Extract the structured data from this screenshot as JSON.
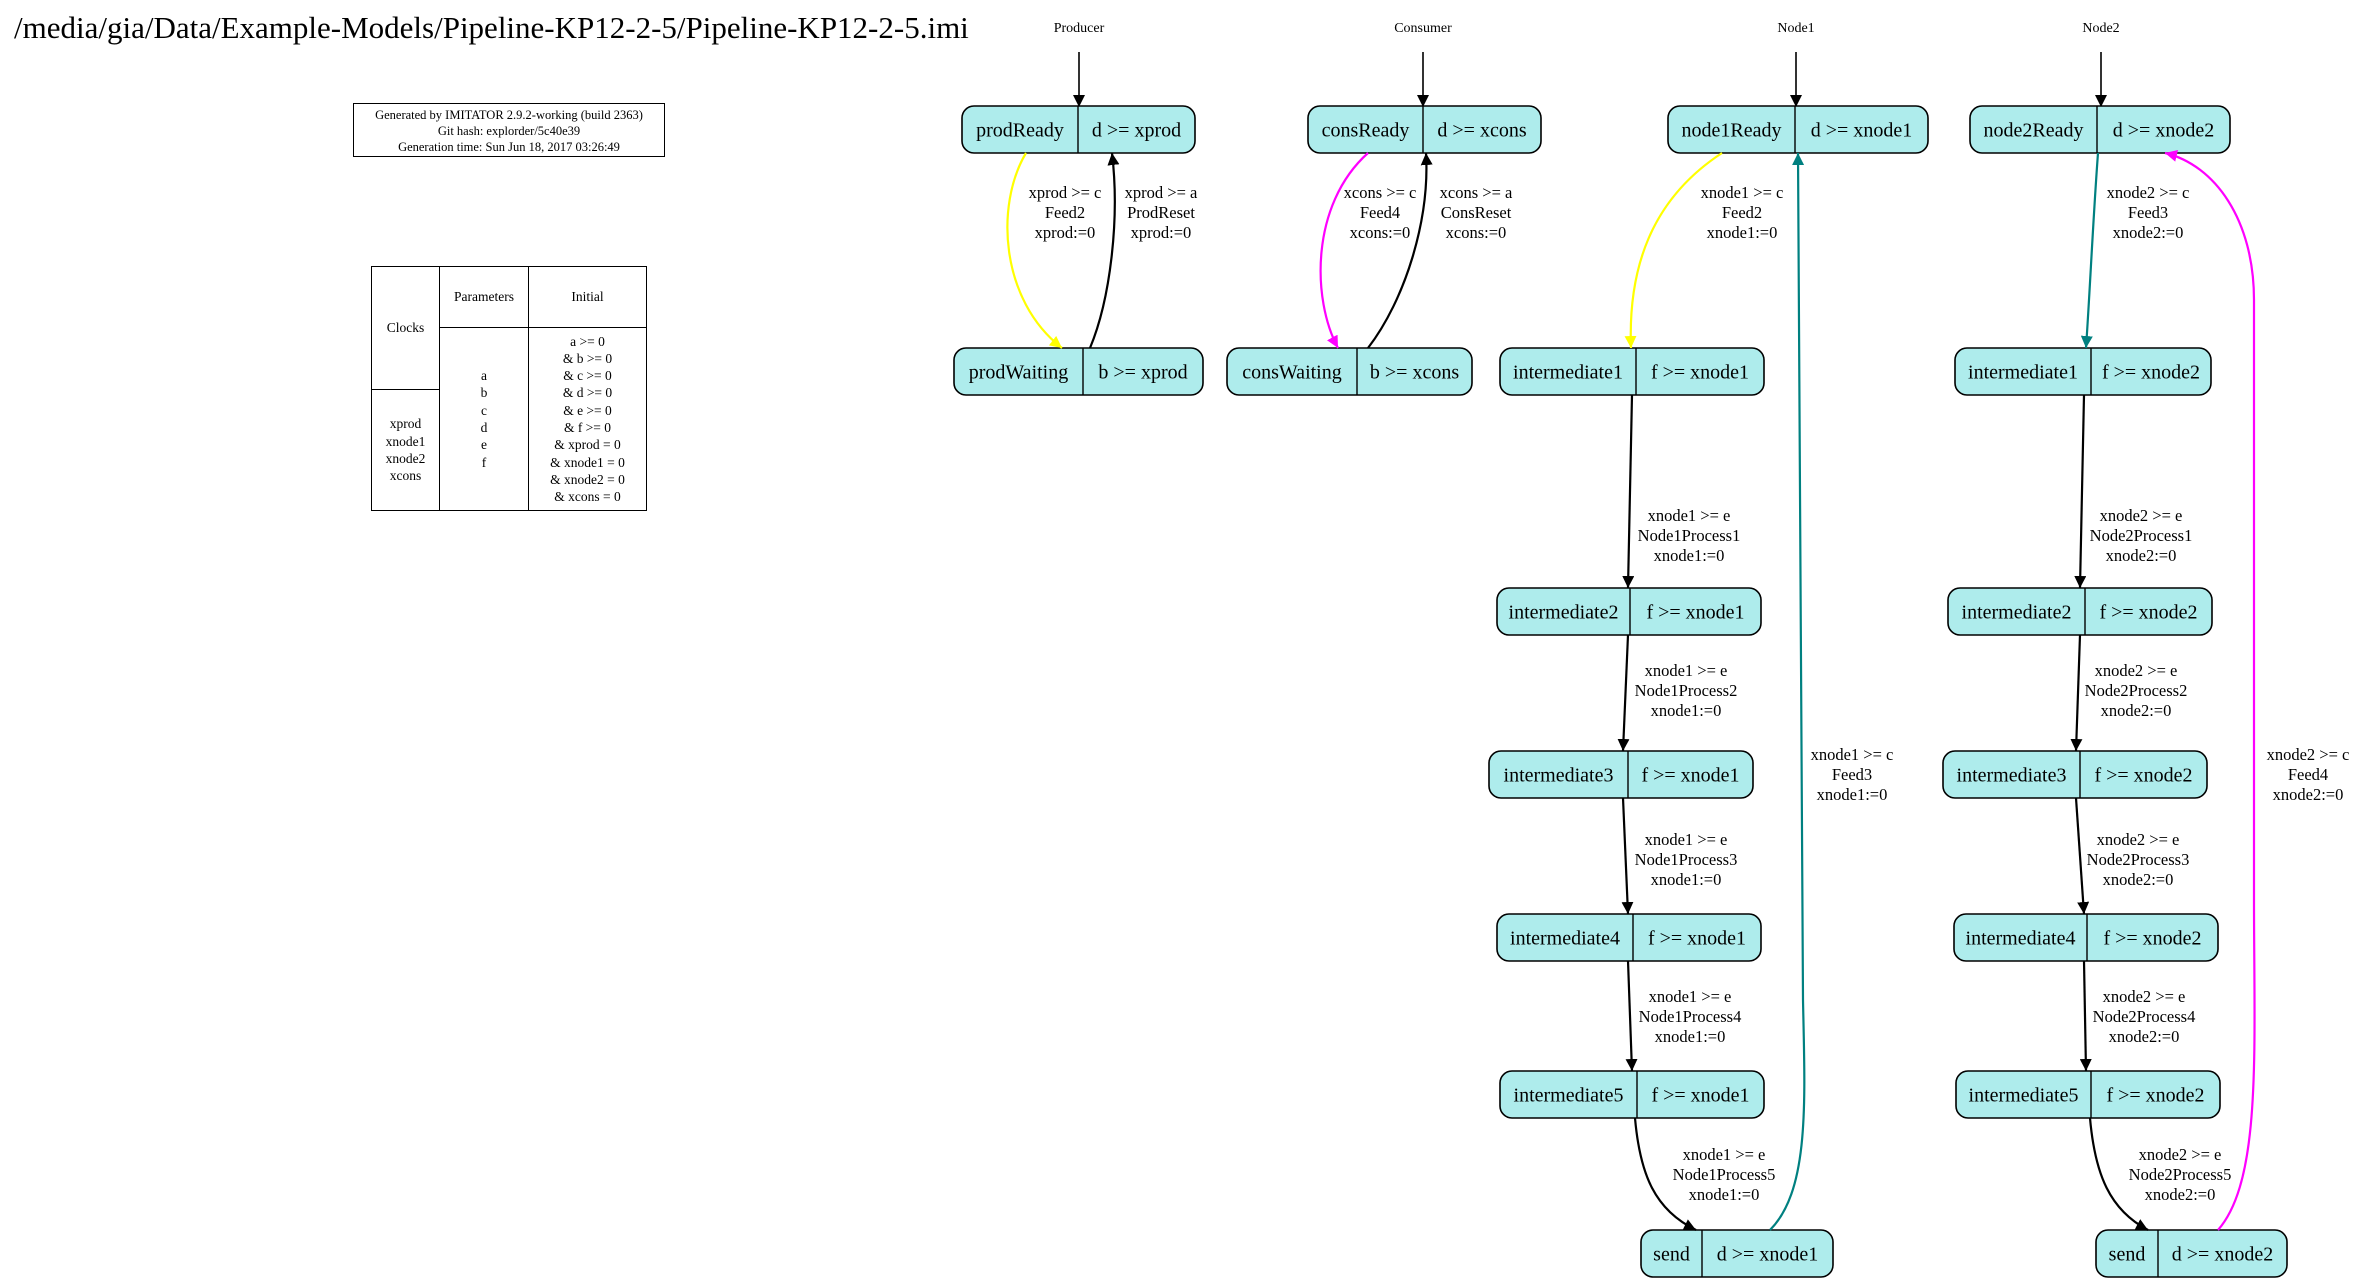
{
  "title": "/media/gia/Data/Example-Models/Pipeline-KP12-2-5/Pipeline-KP12-2-5.imi",
  "generator_info": [
    "Generated by IMITATOR 2.9.2-working (build 2363)",
    "Git hash: explorder/5c40e39",
    "Generation time: Sun Jun 18, 2017 03:26:49"
  ],
  "declarations": {
    "headers": {
      "clocks": "Clocks",
      "parameters": "Parameters",
      "initial": "Initial"
    },
    "clocks": [
      "xprod",
      "xnode1",
      "xnode2",
      "xcons"
    ],
    "parameters": [
      "a",
      "b",
      "c",
      "d",
      "e",
      "f"
    ],
    "initial": [
      "a >= 0",
      "& b >= 0",
      "& c >= 0",
      "& d >= 0",
      "& e >= 0",
      "& f >= 0",
      "& xprod = 0",
      "& xnode1 = 0",
      "& xnode2 = 0",
      "& xcons = 0"
    ]
  },
  "automata": [
    {
      "id": "producer",
      "name": "Producer"
    },
    {
      "id": "consumer",
      "name": "Consumer"
    },
    {
      "id": "node1",
      "name": "Node1"
    },
    {
      "id": "node2",
      "name": "Node2"
    }
  ],
  "locations": [
    {
      "id": "prodReady",
      "name": "prodReady",
      "invariant": "d >= xprod"
    },
    {
      "id": "prodWaiting",
      "name": "prodWaiting",
      "invariant": "b >= xprod"
    },
    {
      "id": "consReady",
      "name": "consReady",
      "invariant": "d >= xcons"
    },
    {
      "id": "consWaiting",
      "name": "consWaiting",
      "invariant": "b >= xcons"
    },
    {
      "id": "node1Ready",
      "name": "node1Ready",
      "invariant": "d >= xnode1"
    },
    {
      "id": "n1i1",
      "name": "intermediate1",
      "invariant": "f >= xnode1"
    },
    {
      "id": "n1i2",
      "name": "intermediate2",
      "invariant": "f >= xnode1"
    },
    {
      "id": "n1i3",
      "name": "intermediate3",
      "invariant": "f >= xnode1"
    },
    {
      "id": "n1i4",
      "name": "intermediate4",
      "invariant": "f >= xnode1"
    },
    {
      "id": "n1i5",
      "name": "intermediate5",
      "invariant": "f >= xnode1"
    },
    {
      "id": "n1send",
      "name": "send",
      "invariant": "d >= xnode1"
    },
    {
      "id": "node2Ready",
      "name": "node2Ready",
      "invariant": "d >= xnode2"
    },
    {
      "id": "n2i1",
      "name": "intermediate1",
      "invariant": "f >= xnode2"
    },
    {
      "id": "n2i2",
      "name": "intermediate2",
      "invariant": "f >= xnode2"
    },
    {
      "id": "n2i3",
      "name": "intermediate3",
      "invariant": "f >= xnode2"
    },
    {
      "id": "n2i4",
      "name": "intermediate4",
      "invariant": "f >= xnode2"
    },
    {
      "id": "n2i5",
      "name": "intermediate5",
      "invariant": "f >= xnode2"
    },
    {
      "id": "n2send",
      "name": "send",
      "invariant": "d >= xnode2"
    }
  ],
  "transitions": [
    {
      "id": "t_prod_feed2",
      "from": "prodReady",
      "to": "prodWaiting",
      "color": "#ffff00",
      "label": [
        "xprod >= c",
        "Feed2",
        "xprod:=0"
      ]
    },
    {
      "id": "t_prod_reset",
      "from": "prodWaiting",
      "to": "prodReady",
      "color": "#000000",
      "label": [
        "xprod >= a",
        "ProdReset",
        "xprod:=0"
      ]
    },
    {
      "id": "t_cons_feed4",
      "from": "consReady",
      "to": "consWaiting",
      "color": "#ff00ff",
      "label": [
        "xcons >= c",
        "Feed4",
        "xcons:=0"
      ]
    },
    {
      "id": "t_cons_reset",
      "from": "consWaiting",
      "to": "consReady",
      "color": "#000000",
      "label": [
        "xcons >= a",
        "ConsReset",
        "xcons:=0"
      ]
    },
    {
      "id": "t_n1_feed2",
      "from": "node1Ready",
      "to": "n1i1",
      "color": "#ffff00",
      "label": [
        "xnode1 >= c",
        "Feed2",
        "xnode1:=0"
      ]
    },
    {
      "id": "t_n1_p1",
      "from": "n1i1",
      "to": "n1i2",
      "color": "#000000",
      "label": [
        "xnode1 >= e",
        "Node1Process1",
        "xnode1:=0"
      ]
    },
    {
      "id": "t_n1_p2",
      "from": "n1i2",
      "to": "n1i3",
      "color": "#000000",
      "label": [
        "xnode1 >= e",
        "Node1Process2",
        "xnode1:=0"
      ]
    },
    {
      "id": "t_n1_p3",
      "from": "n1i3",
      "to": "n1i4",
      "color": "#000000",
      "label": [
        "xnode1 >= e",
        "Node1Process3",
        "xnode1:=0"
      ]
    },
    {
      "id": "t_n1_p4",
      "from": "n1i4",
      "to": "n1i5",
      "color": "#000000",
      "label": [
        "xnode1 >= e",
        "Node1Process4",
        "xnode1:=0"
      ]
    },
    {
      "id": "t_n1_p5",
      "from": "n1i5",
      "to": "n1send",
      "color": "#000000",
      "label": [
        "xnode1 >= e",
        "Node1Process5",
        "xnode1:=0"
      ]
    },
    {
      "id": "t_n1_feed3",
      "from": "n1send",
      "to": "node1Ready",
      "color": "#008080",
      "label": [
        "xnode1 >= c",
        "Feed3",
        "xnode1:=0"
      ]
    },
    {
      "id": "t_n2_feed3",
      "from": "node2Ready",
      "to": "n2i1",
      "color": "#008080",
      "label": [
        "xnode2 >= c",
        "Feed3",
        "xnode2:=0"
      ]
    },
    {
      "id": "t_n2_p1",
      "from": "n2i1",
      "to": "n2i2",
      "color": "#000000",
      "label": [
        "xnode2 >= e",
        "Node2Process1",
        "xnode2:=0"
      ]
    },
    {
      "id": "t_n2_p2",
      "from": "n2i2",
      "to": "n2i3",
      "color": "#000000",
      "label": [
        "xnode2 >= e",
        "Node2Process2",
        "xnode2:=0"
      ]
    },
    {
      "id": "t_n2_p3",
      "from": "n2i3",
      "to": "n2i4",
      "color": "#000000",
      "label": [
        "xnode2 >= e",
        "Node2Process3",
        "xnode2:=0"
      ]
    },
    {
      "id": "t_n2_p4",
      "from": "n2i4",
      "to": "n2i5",
      "color": "#000000",
      "label": [
        "xnode2 >= e",
        "Node2Process4",
        "xnode2:=0"
      ]
    },
    {
      "id": "t_n2_p5",
      "from": "n2i5",
      "to": "n2send",
      "color": "#000000",
      "label": [
        "xnode2 >= e",
        "Node2Process5",
        "xnode2:=0"
      ]
    },
    {
      "id": "t_n2_feed4",
      "from": "n2send",
      "to": "node2Ready",
      "color": "#ff00ff",
      "label": [
        "xnode2 >= c",
        "Feed4",
        "xnode2:=0"
      ]
    }
  ],
  "colors": {
    "location_fill": "#aeecec",
    "stroke": "#000000"
  }
}
